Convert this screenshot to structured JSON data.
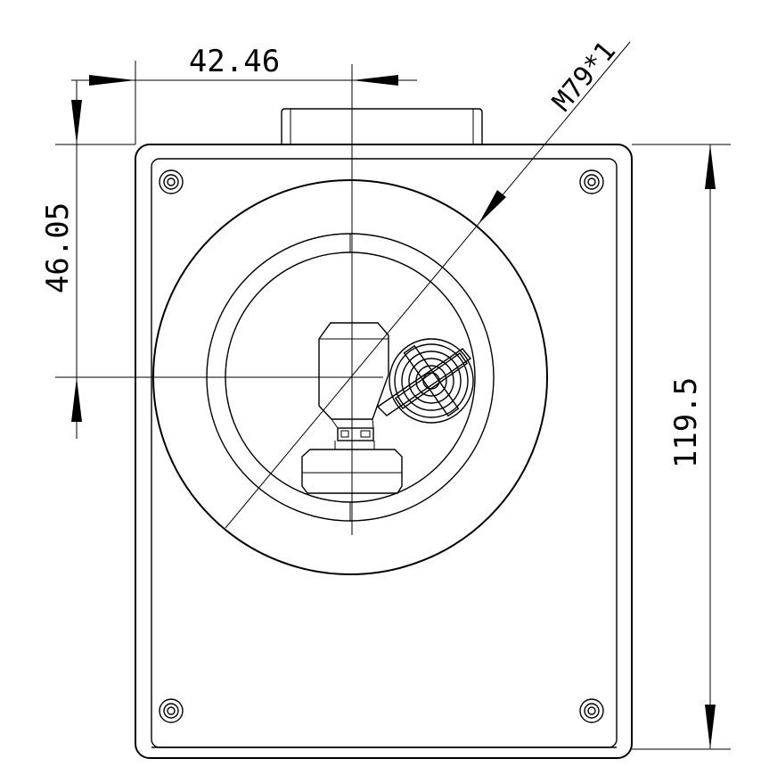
{
  "dimensions": {
    "width_label": "42.46",
    "height_offset_label": "46.05",
    "total_height_label": "119.5",
    "thread_label": "M79*1"
  },
  "colors": {
    "line": "#000000",
    "background": "#ffffff"
  }
}
